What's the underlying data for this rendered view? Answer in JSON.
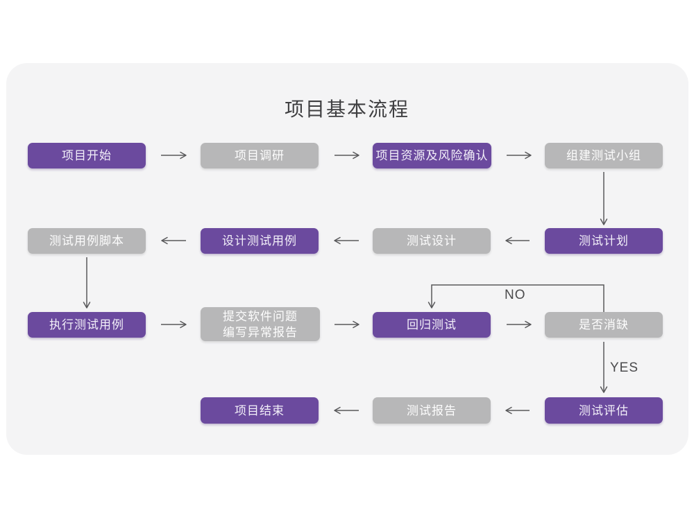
{
  "title": "项目基本流程",
  "colors": {
    "page_bg": "#ffffff",
    "panel_bg": "#f4f4f5",
    "purple": "#6b4a9e",
    "gray": "#b7b7b8",
    "arrow": "#58585a",
    "title_text": "#3f3f41",
    "text_on_purple": "#f3f0f9",
    "text_on_gray": "#fdfdfd",
    "branch_text": "#4b4b4d"
  },
  "nodes": [
    {
      "id": "project-start",
      "label": "项目开始",
      "variant": "purple"
    },
    {
      "id": "project-research",
      "label": "项目调研",
      "variant": "gray"
    },
    {
      "id": "resource-risk-confirm",
      "label": "项目资源及风险确认",
      "variant": "purple"
    },
    {
      "id": "build-test-team",
      "label": "组建测试小组",
      "variant": "gray"
    },
    {
      "id": "test-plan",
      "label": "测试计划",
      "variant": "purple"
    },
    {
      "id": "test-design",
      "label": "测试设计",
      "variant": "gray"
    },
    {
      "id": "design-test-cases",
      "label": "设计测试用例",
      "variant": "purple"
    },
    {
      "id": "test-case-script",
      "label": "测试用例脚本",
      "variant": "gray"
    },
    {
      "id": "run-test-cases",
      "label": "执行测试用例",
      "variant": "purple"
    },
    {
      "id": "submit-issues",
      "lines": [
        "提交软件问题",
        "编写异常报告"
      ],
      "variant": "gray"
    },
    {
      "id": "regression-test",
      "label": "回归测试",
      "variant": "purple"
    },
    {
      "id": "defect-cleared",
      "label": "是否消缺",
      "variant": "gray"
    },
    {
      "id": "test-evaluation",
      "label": "测试评估",
      "variant": "purple"
    },
    {
      "id": "test-report",
      "label": "测试报告",
      "variant": "gray"
    },
    {
      "id": "project-end",
      "label": "项目结束",
      "variant": "purple"
    }
  ],
  "branch_labels": {
    "no": "NO",
    "yes": "YES"
  }
}
